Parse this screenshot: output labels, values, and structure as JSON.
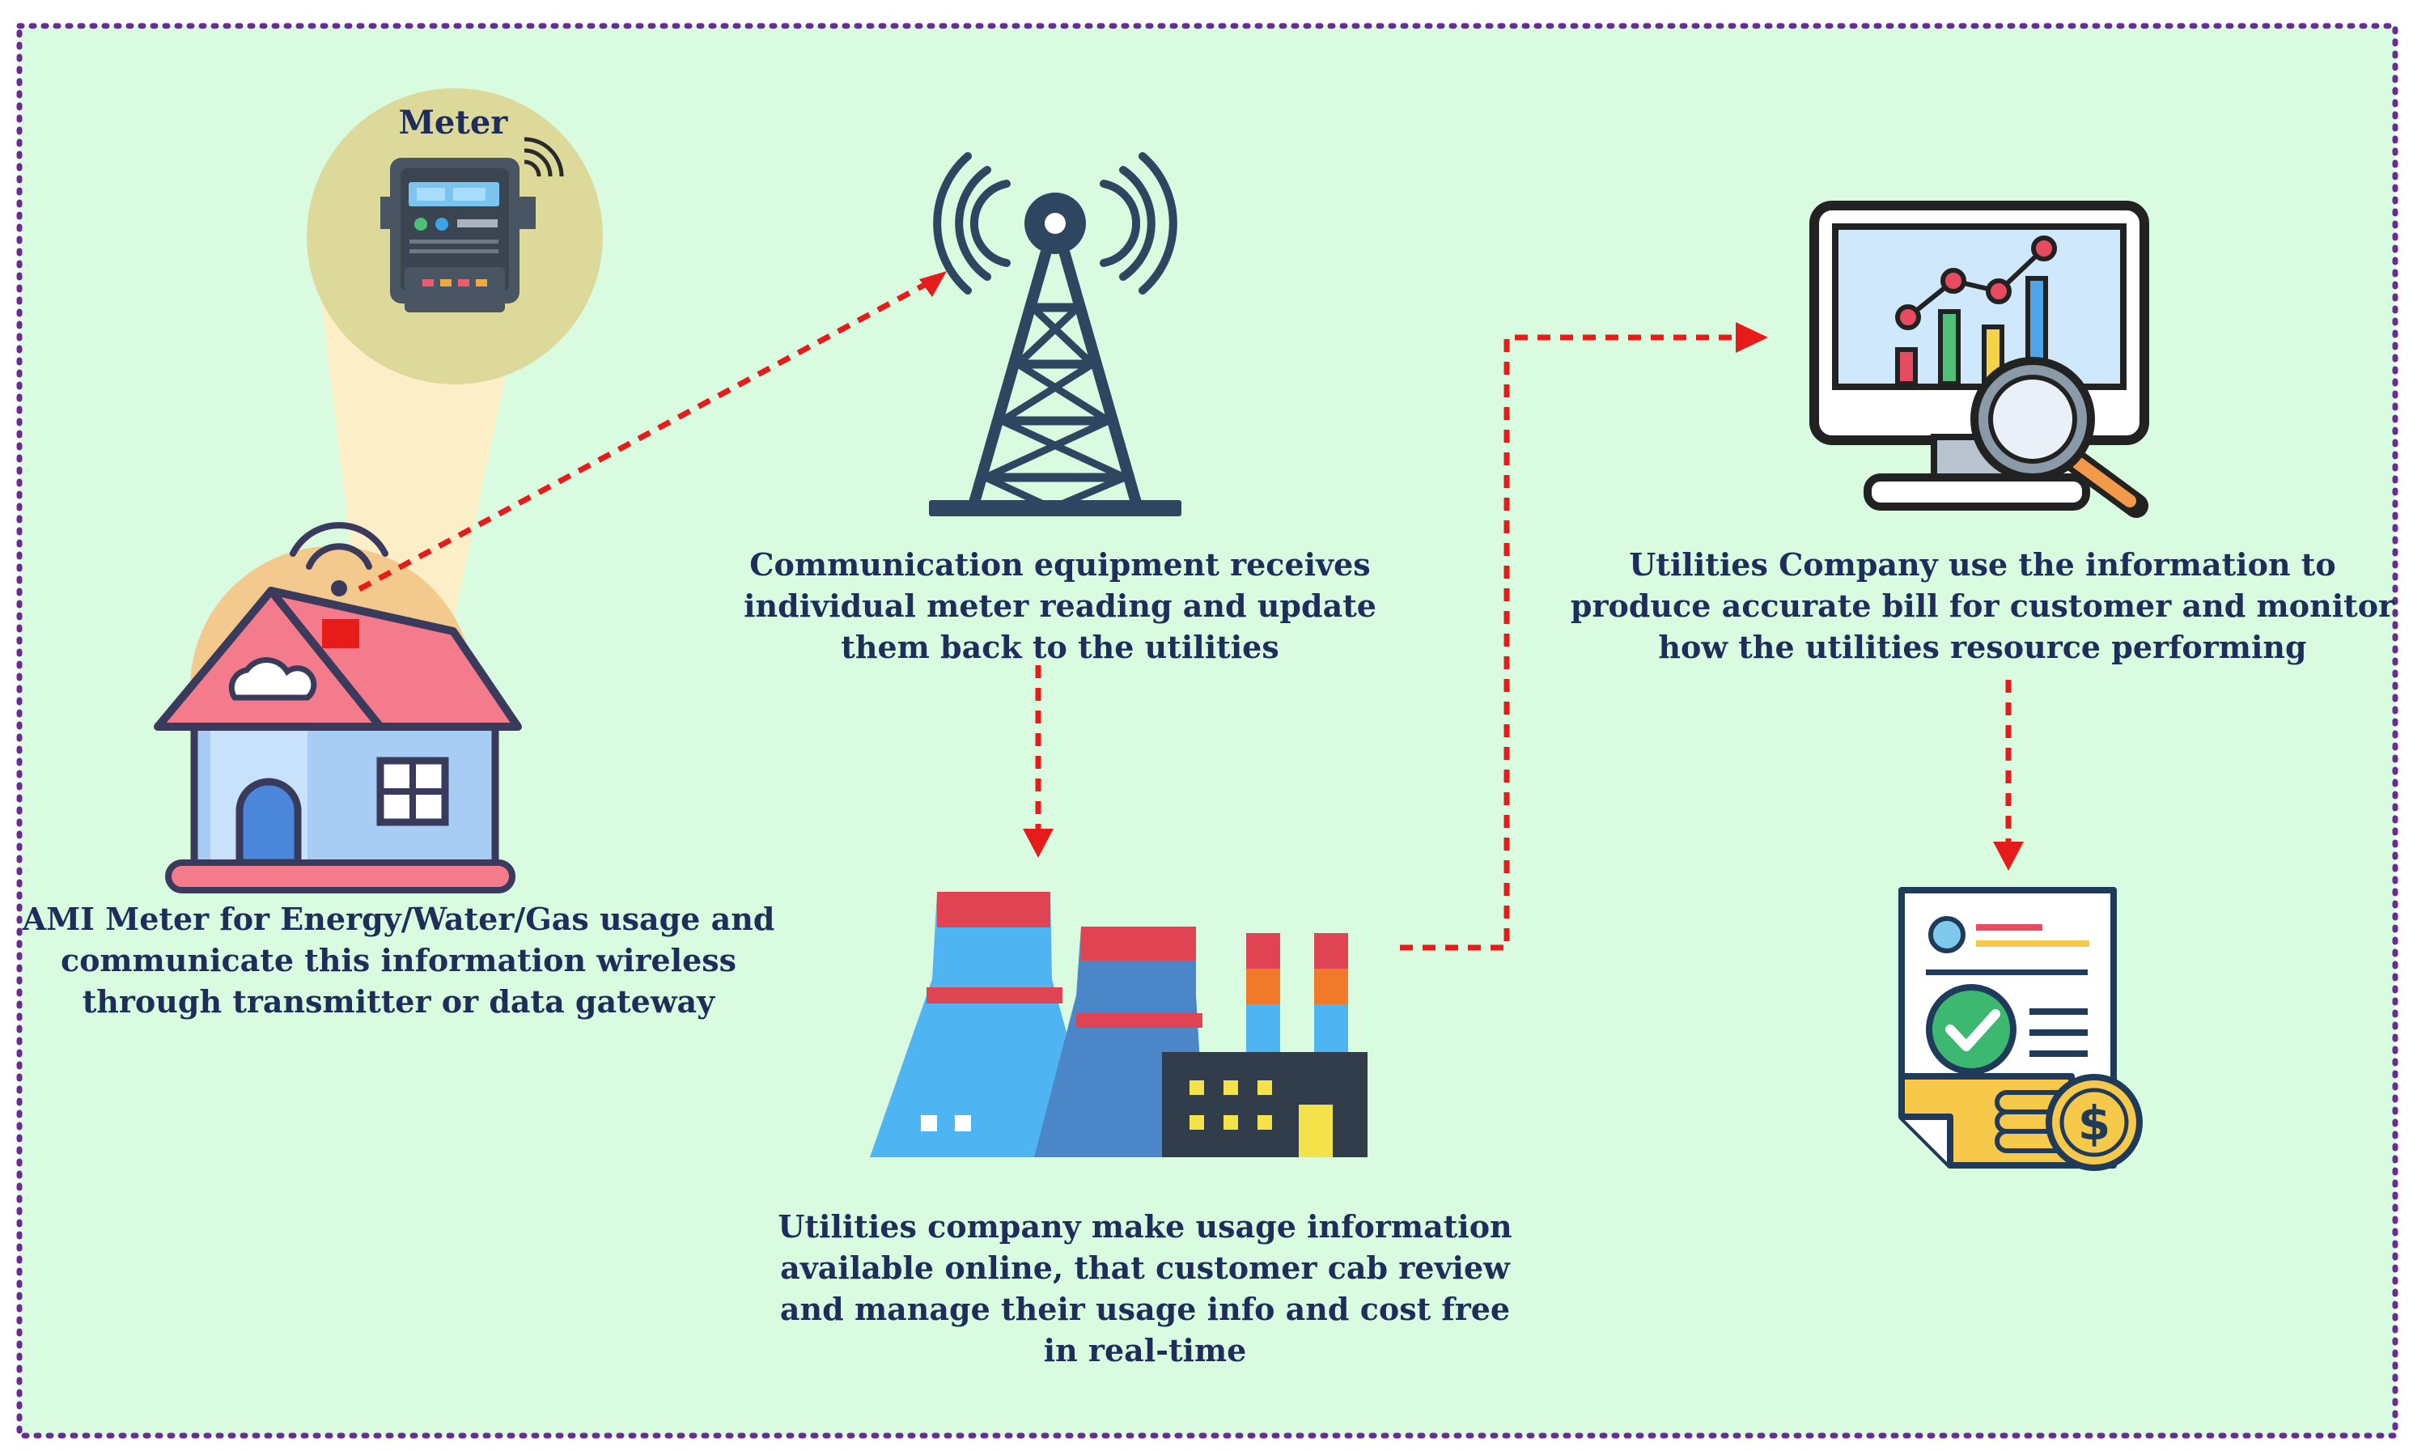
{
  "colors": {
    "background": "#d9fbe0",
    "border": "#6a2c91",
    "arrow": "#e81b1b",
    "text": "#1f2d5a",
    "meter_circle": "#ddd99a",
    "beam": "#fcefc8",
    "dark_icon": "#2e4660"
  },
  "meter_label": "Meter",
  "captions": {
    "meter": "AMI Meter for Energy/Water/Gas usage and communicate this information wireless through transmitter or data gateway",
    "tower": "Communication equipment receives individual meter reading and update them back to the utilities",
    "factory": "Utilities company make usage information available online, that customer cab review and manage their usage info and cost free in real-time",
    "monitor": "Utilities Company use the information to produce accurate bill for customer and monitor how the utilities resource performing"
  },
  "icons": [
    "smart-meter-icon",
    "house-icon",
    "tower-icon",
    "factory-icon",
    "monitor-chart-icon",
    "invoice-icon"
  ]
}
